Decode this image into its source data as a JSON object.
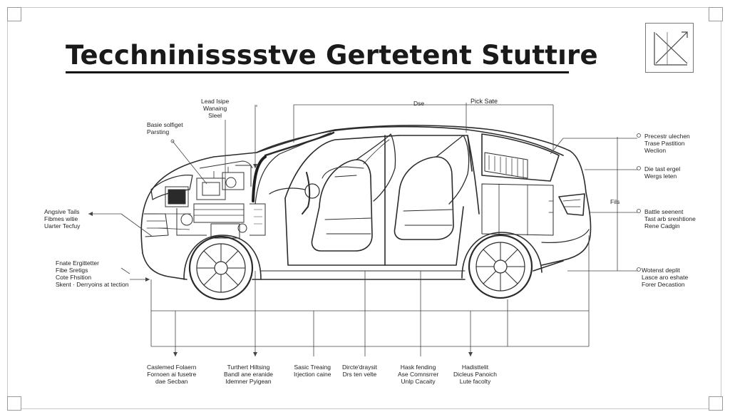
{
  "title": "Tecchninisssstve Gertetent Stuttıre",
  "labels": {
    "top_left_1": {
      "line1": "Lead Isipe",
      "line2": "Wanaing",
      "line3": "Sleel"
    },
    "top_left_2": {
      "line1": "Basie solfiget",
      "line2": "Parsting"
    },
    "top_mid": {
      "line1": "Dse"
    },
    "top_right": {
      "line1": "Pick Sate"
    },
    "left_1": {
      "line1": "Angsive Tails",
      "line2": "Fibmes witie",
      "line3": "Uarter Tecfuy"
    },
    "left_2": {
      "line1": "Fnate Ergittetter",
      "line2": "Fibe Sretigs",
      "line3": "Cote Fhsition",
      "line4": "Skent · Derryoins at tection"
    },
    "right_1": {
      "line1": "Precestr ulechen",
      "line2": "Trase Pastition",
      "line3": "Weclion"
    },
    "right_2": {
      "line1": "Die tast ergel",
      "line2": "Wergs leten"
    },
    "right_3": {
      "line1": "Battle seenent",
      "line2": "Tast arb sreshtione",
      "line3": "Rene Cadgin"
    },
    "right_4": {
      "line1": "Wotenst deplit",
      "line2": "Lasce aro eshate",
      "line3": "Forer Decastion"
    },
    "mid_right_vert": {
      "line1": "Fils"
    },
    "bottom_1": {
      "line1": "Caslemed Folaern",
      "line2": "Fornoen ai fusetre",
      "line3": "dae Secban"
    },
    "bottom_2": {
      "line1": "Turthert Hiltsing",
      "line2": "Bandl ane eranide",
      "line3": "Idemner Pyigean"
    },
    "bottom_3": {
      "line1": "Sasic Treaing",
      "line2": "Irjection caine"
    },
    "bottom_4": {
      "line1": "Dircte'draysit",
      "line2": "Drs ten velte"
    },
    "bottom_5": {
      "line1": "Hask fending",
      "line2": "Ase Comnsrrer",
      "line3": "Unlp Cacaity"
    },
    "bottom_6": {
      "line1": "Hadisttelit",
      "line2": "Dicleus Panoich",
      "line3": "Lute facolty"
    }
  },
  "colors": {
    "ink": "#1a1a1a",
    "line": "#3a3a3a",
    "frame": "#c9c9c9"
  },
  "icons": [
    "compass-cross-icon"
  ]
}
